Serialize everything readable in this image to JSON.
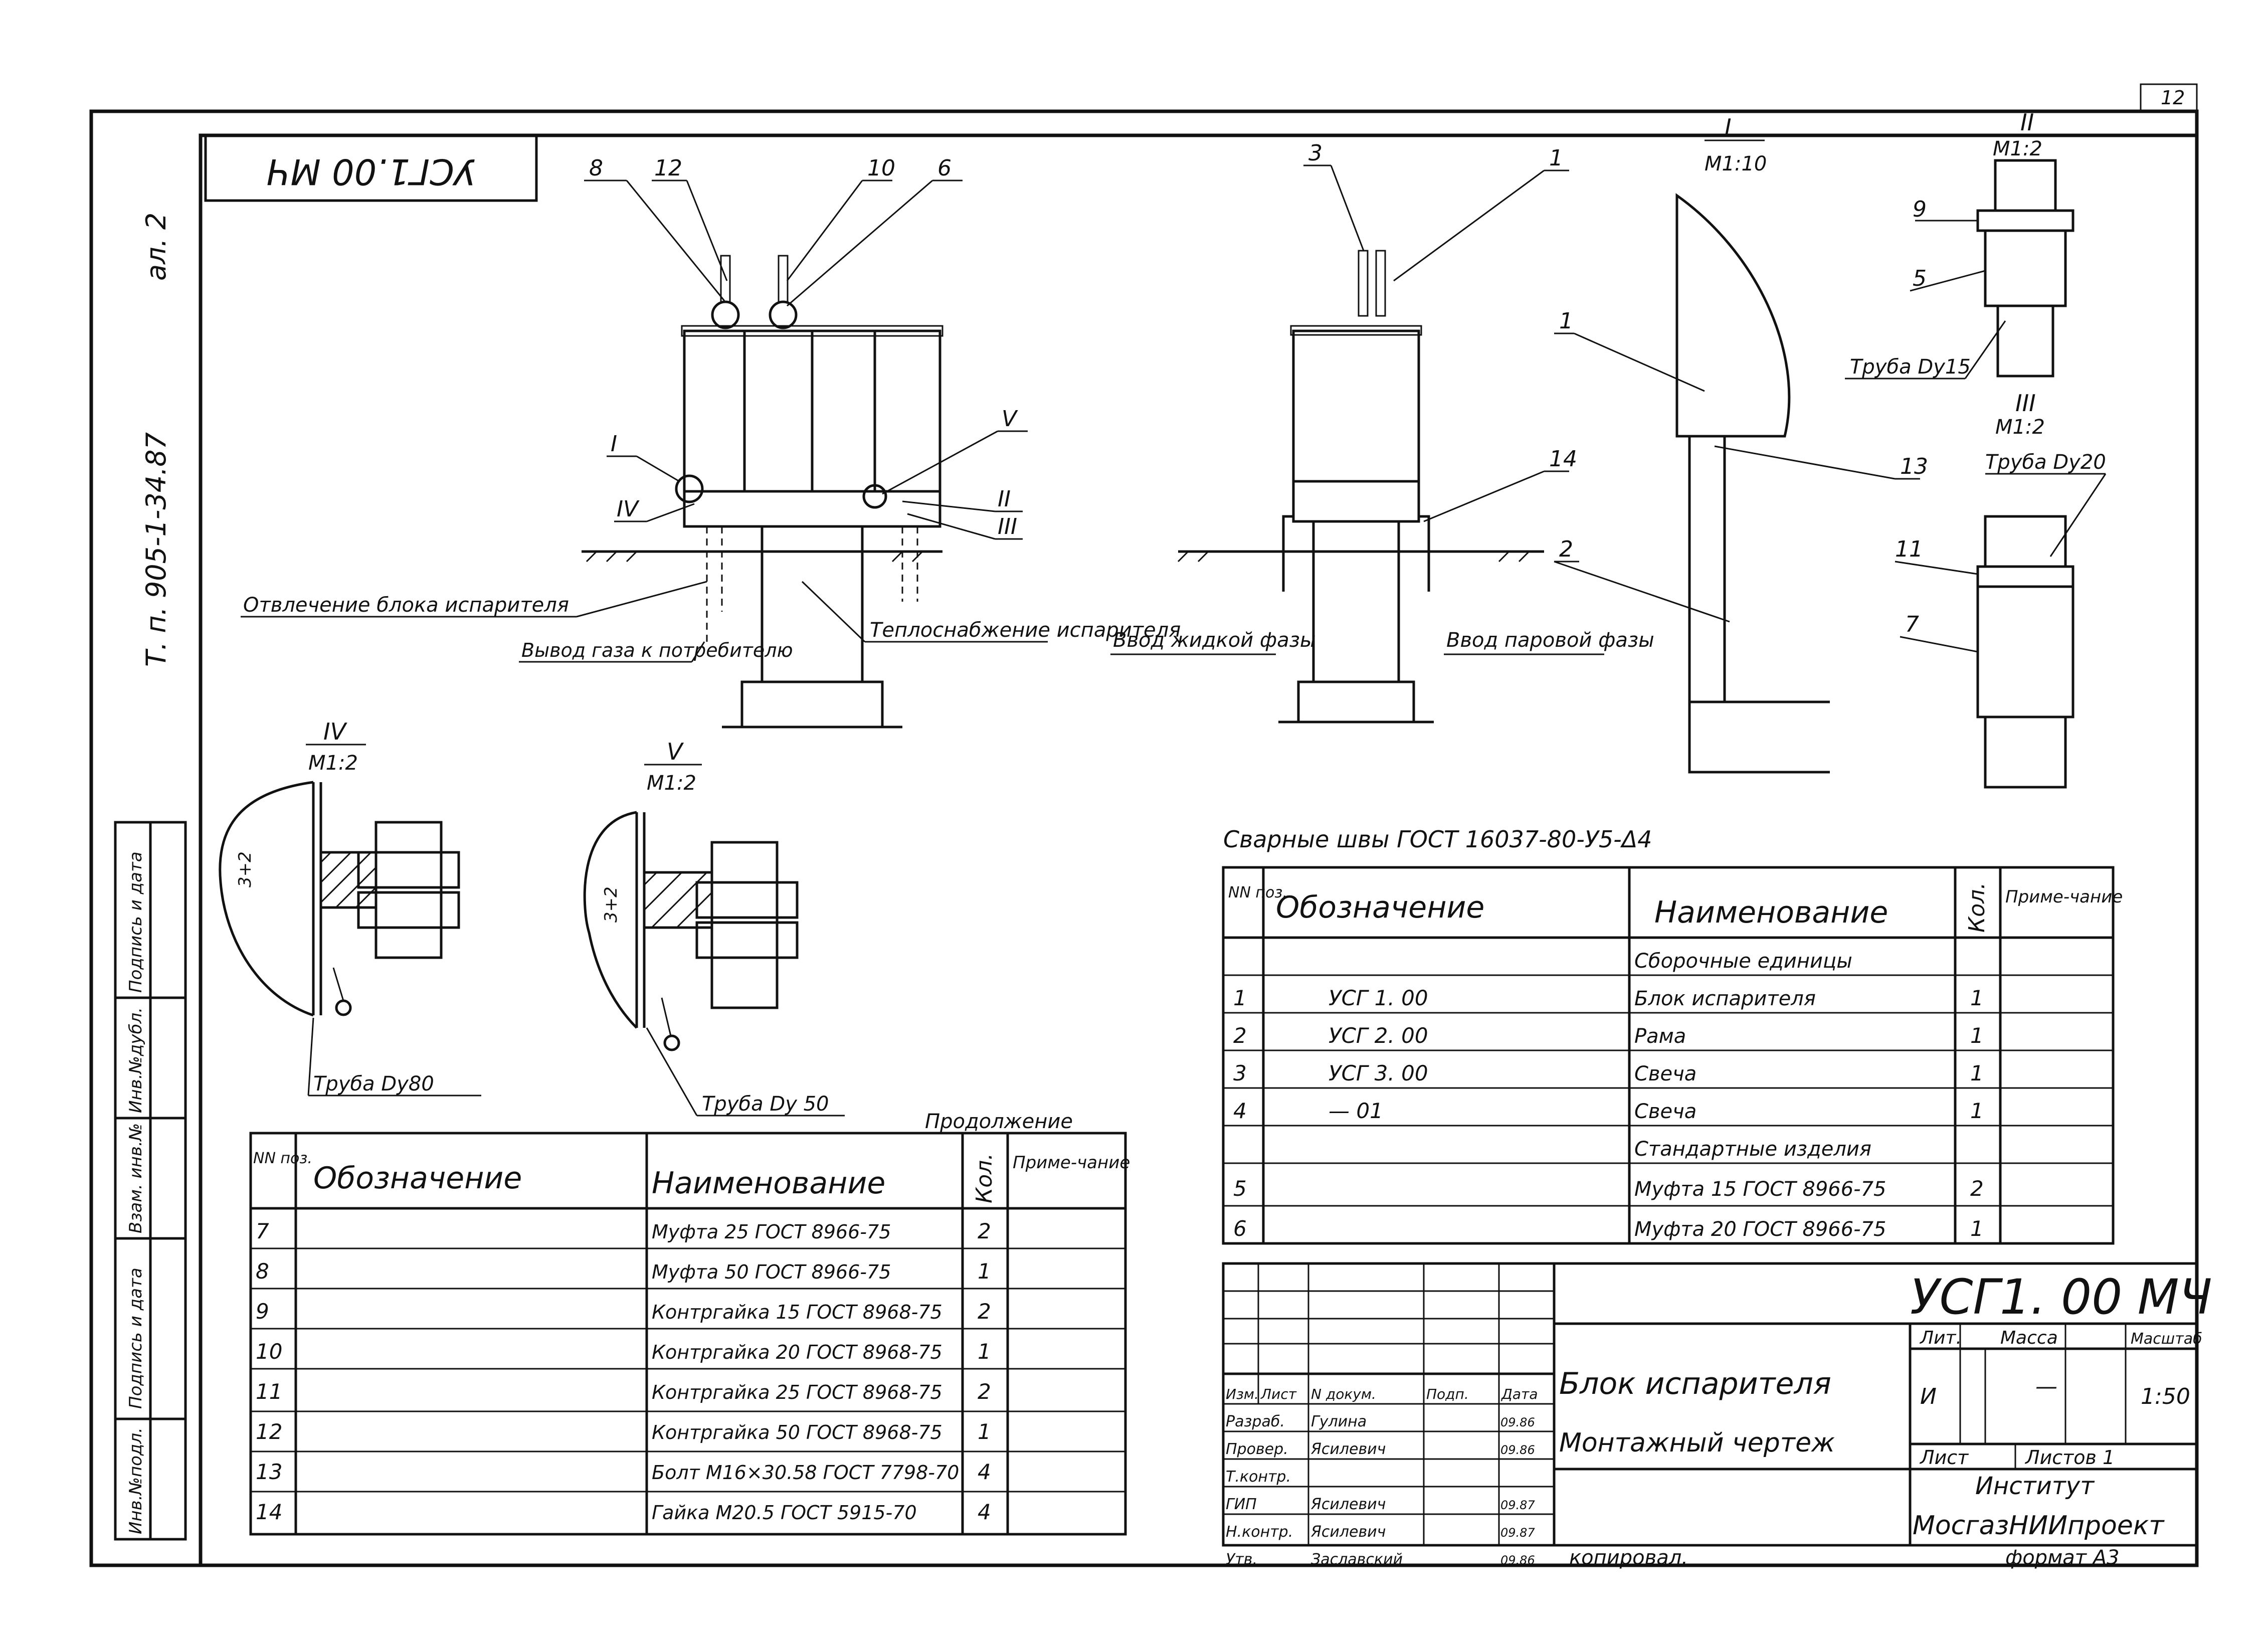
{
  "sheet": {
    "sheet_no": "12",
    "stamp": "УСГ1.00 МЧ",
    "side_label": "Т. п. 905-1-34.87",
    "album": "ал. 2",
    "copied_by": "копировал.",
    "format": "формат А3"
  },
  "side_strip": {
    "labels": [
      "Инв.№подл.",
      "Подпись и дата",
      "Взам. инв.№",
      "Инв.№дубл.",
      "Подпись и дата"
    ]
  },
  "views": {
    "main": {
      "callouts": [
        "8",
        "12",
        "10",
        "6",
        "I",
        "V",
        "IV",
        "II",
        "III"
      ],
      "notes": {
        "drain": "Отвлечение блока испарителя",
        "outlet": "Вывод газа к потребителю",
        "heating": "Теплоснабжение испарителя"
      }
    },
    "side": {
      "callouts": [
        "3",
        "1",
        "14",
        "2"
      ],
      "notes": {
        "liquid": "Ввод жидкой фазы",
        "vapour": "Ввод паровой фазы"
      }
    },
    "detail_I": {
      "title": "I",
      "scale": "М1:10",
      "callouts": [
        "1",
        "13",
        "2"
      ]
    },
    "detail_II": {
      "title": "II",
      "scale": "М1:2",
      "callouts": [
        "9",
        "5"
      ],
      "pipe": "Труба Dy15"
    },
    "detail_III": {
      "title": "III",
      "scale": "М1:2",
      "callouts": [
        "11",
        "7"
      ],
      "pipe": "Труба Dy20"
    },
    "detail_IV": {
      "title": "IV",
      "scale": "М1:2",
      "pipe": "Труба Dy80",
      "weld": "3+2"
    },
    "detail_V": {
      "title": "V",
      "scale": "М1:2",
      "pipe": "Труба Dy 50",
      "weld": "3+2"
    }
  },
  "weld_note": "Сварные швы ГОСТ 16037-80-У5-Δ4",
  "spec_main": {
    "headers": {
      "pos": "NN поз.",
      "designation": "Обозначение",
      "name": "Наименование",
      "qty": "Кол.",
      "note": "Приме-чание"
    },
    "rows": [
      {
        "pos": "",
        "designation": "",
        "name": "Сборочные единицы",
        "qty": "",
        "note": ""
      },
      {
        "pos": "1",
        "designation": "УСГ 1. 00",
        "name": "Блок испарителя",
        "qty": "1",
        "note": ""
      },
      {
        "pos": "2",
        "designation": "УСГ 2. 00",
        "name": "Рама",
        "qty": "1",
        "note": ""
      },
      {
        "pos": "3",
        "designation": "УСГ 3. 00",
        "name": "Свеча",
        "qty": "1",
        "note": ""
      },
      {
        "pos": "4",
        "designation": "— 01",
        "name": "Свеча",
        "qty": "1",
        "note": ""
      },
      {
        "pos": "",
        "designation": "",
        "name": "Стандартные изделия",
        "qty": "",
        "note": ""
      },
      {
        "pos": "5",
        "designation": "",
        "name": "Муфта 15 ГОСТ 8966-75",
        "qty": "2",
        "note": ""
      },
      {
        "pos": "6",
        "designation": "",
        "name": "Муфта 20 ГОСТ 8966-75",
        "qty": "1",
        "note": ""
      }
    ]
  },
  "spec_cont": {
    "caption": "Продолжение",
    "headers": {
      "pos": "NN поз.",
      "designation": "Обозначение",
      "name": "Наименование",
      "qty": "Кол.",
      "note": "Приме-чание"
    },
    "rows": [
      {
        "pos": "7",
        "designation": "",
        "name": "Муфта 25 ГОСТ 8966-75",
        "qty": "2",
        "note": ""
      },
      {
        "pos": "8",
        "designation": "",
        "name": "Муфта 50 ГОСТ 8966-75",
        "qty": "1",
        "note": ""
      },
      {
        "pos": "9",
        "designation": "",
        "name": "Контргайка 15 ГОСТ 8968-75",
        "qty": "2",
        "note": ""
      },
      {
        "pos": "10",
        "designation": "",
        "name": "Контргайка 20 ГОСТ 8968-75",
        "qty": "1",
        "note": ""
      },
      {
        "pos": "11",
        "designation": "",
        "name": "Контргайка 25 ГОСТ 8968-75",
        "qty": "2",
        "note": ""
      },
      {
        "pos": "12",
        "designation": "",
        "name": "Контргайка 50 ГОСТ 8968-75",
        "qty": "1",
        "note": ""
      },
      {
        "pos": "13",
        "designation": "",
        "name": "Болт М16×30.58 ГОСТ 7798-70",
        "qty": "4",
        "note": ""
      },
      {
        "pos": "14",
        "designation": "",
        "name": "Гайка М20.5 ГОСТ 5915-70",
        "qty": "4",
        "note": ""
      }
    ]
  },
  "title_block": {
    "code": "УСГ1. 00 МЧ",
    "title": "Блок испарителя",
    "subtitle": "Монтажный чертеж",
    "lit_label": "Лит.",
    "mass_label": "Масса",
    "scale_label": "Масштаб",
    "lit": "И",
    "mass": "—",
    "scale": "1:50",
    "sheet_label": "Лист",
    "sheets_label": "Листов 1",
    "institute_label": "Институт",
    "institute": "МосгазНИИпроект",
    "head": [
      "Изм.",
      "Лист",
      "N докум.",
      "Подп.",
      "Дата"
    ],
    "roles": [
      {
        "role": "Разраб.",
        "name": "Гулина",
        "date": "09.86"
      },
      {
        "role": "Провер.",
        "name": "Ясилевич",
        "date": "09.86"
      },
      {
        "role": "Т.контр.",
        "name": "",
        "date": ""
      },
      {
        "role": "ГИП",
        "name": "Ясилевич",
        "date": "09.87"
      },
      {
        "role": "Н.контр.",
        "name": "Ясилевич",
        "date": "09.87"
      },
      {
        "role": "Утв.",
        "name": "Заславский",
        "date": "09.86"
      }
    ]
  }
}
